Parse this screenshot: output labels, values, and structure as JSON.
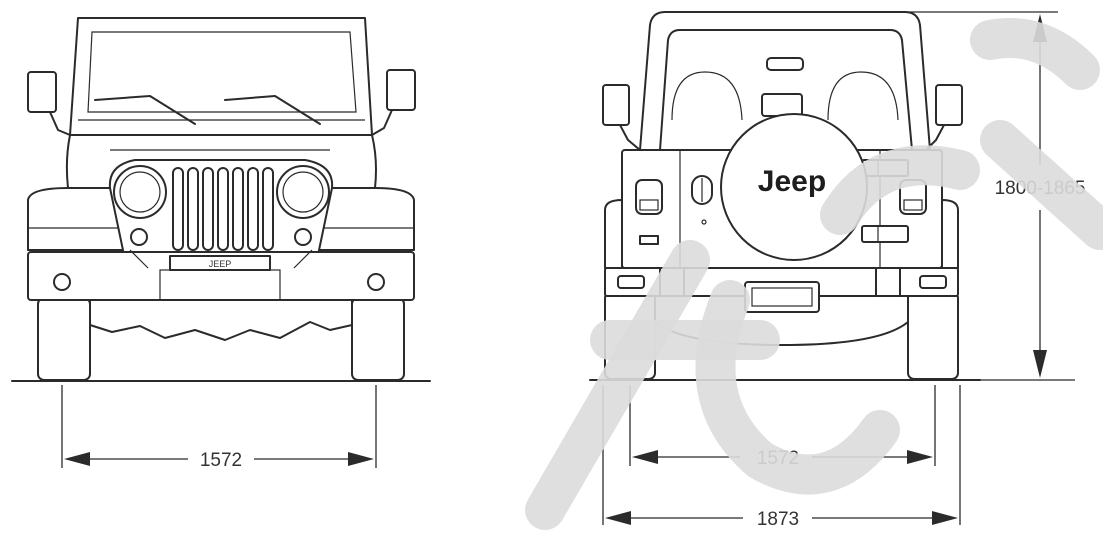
{
  "diagram": {
    "front_view": {
      "track_width": "1572",
      "plate_text": "JEEP"
    },
    "rear_view": {
      "height": "1800-1865",
      "track_width": "1572",
      "overall_width": "1873",
      "spare_tire_logo": "Jeep"
    }
  }
}
